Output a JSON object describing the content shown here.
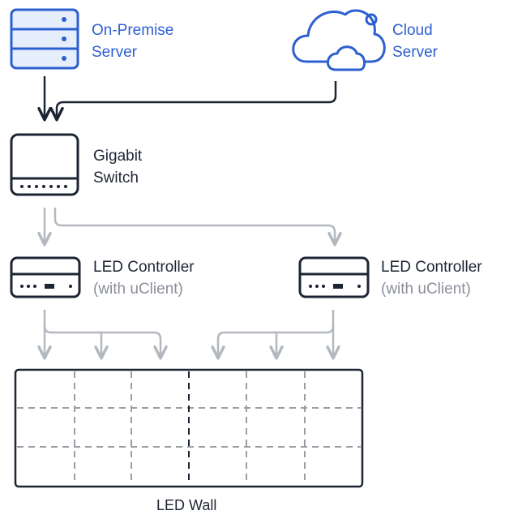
{
  "nodes": {
    "on_premise_server": {
      "line1": "On-Premise",
      "line2": "Server"
    },
    "cloud_server": {
      "line1": "Cloud",
      "line2": "Server"
    },
    "gigabit_switch": {
      "line1": "Gigabit",
      "line2": "Switch"
    },
    "led_controller_left": {
      "line1": "LED Controller",
      "line2": "(with uClient)"
    },
    "led_controller_right": {
      "line1": "LED Controller",
      "line2": "(with uClient)"
    },
    "led_wall": {
      "label": "LED Wall"
    }
  },
  "icons": {
    "on_premise_server": "server-icon",
    "cloud_server": "cloud-icon",
    "gigabit_switch": "switch-icon",
    "led_controller": "controller-icon",
    "led_wall": "led-wall-grid"
  },
  "colors": {
    "accent_blue": "#2d5fd0",
    "icon_fill_blue": "#e6edfb",
    "dark": "#1d2433",
    "gray_line": "#b3b8bf",
    "dashed_line": "#9a9ea5"
  }
}
